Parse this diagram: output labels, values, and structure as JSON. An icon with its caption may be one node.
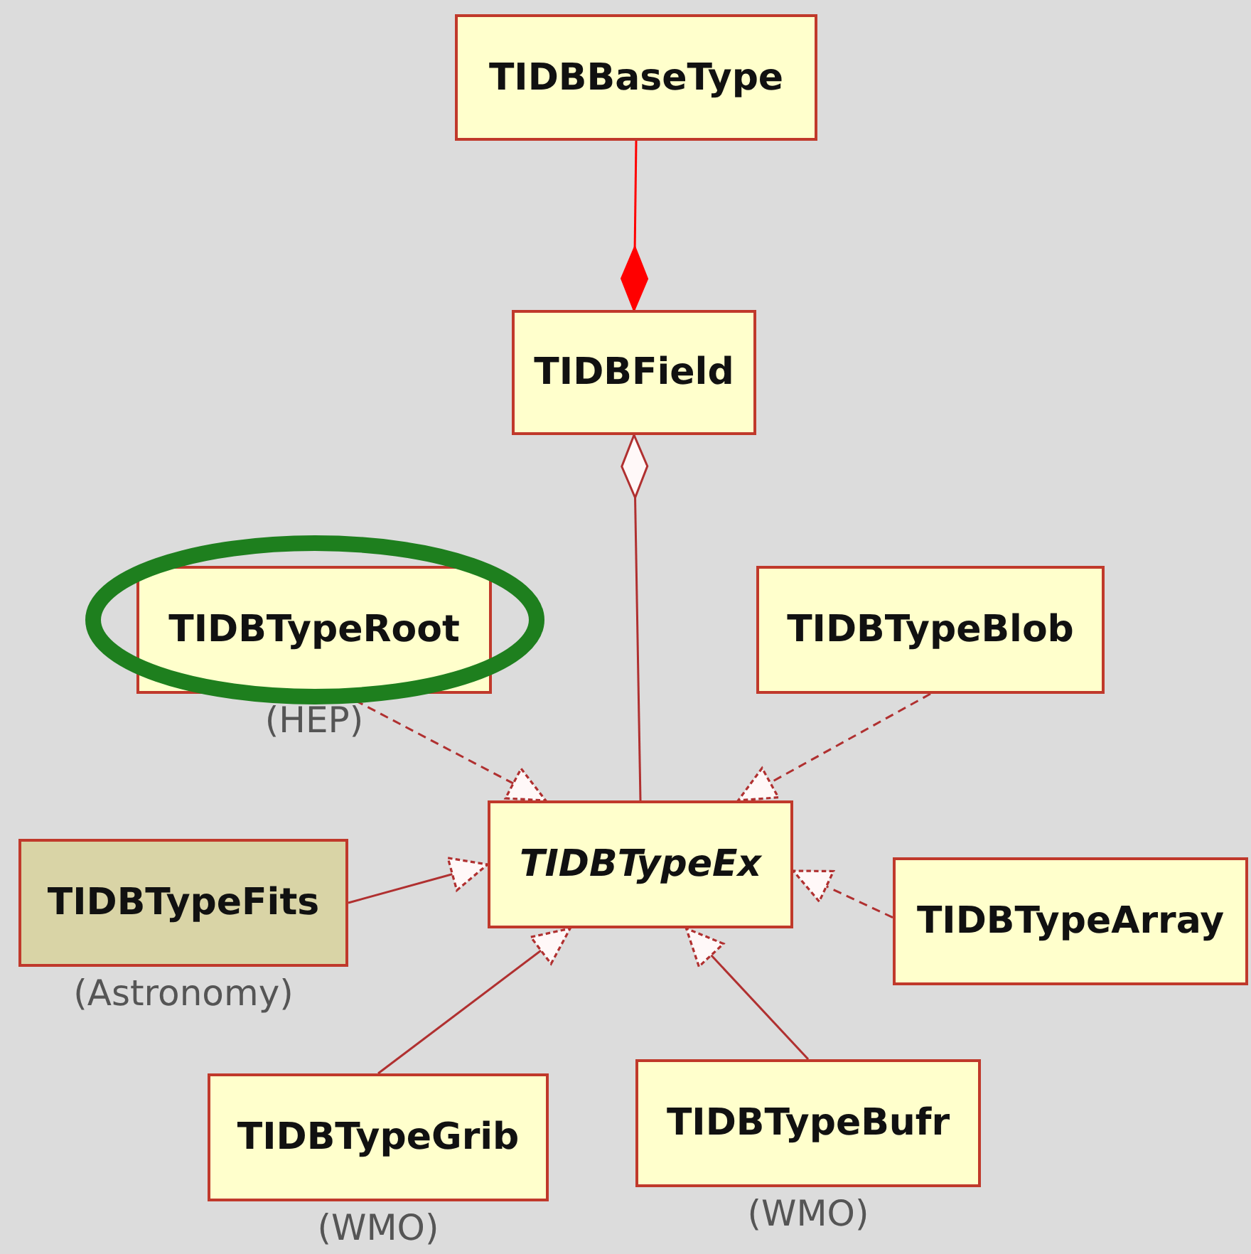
{
  "diagram": {
    "nodes": [
      {
        "text": [
          "TIDBBaseType"
        ]
      },
      {
        "text": [
          "TIDBField"
        ]
      },
      {
        "text": [
          "TIDBTypeRoot"
        ],
        "beside": [
          "(HEP)"
        ]
      },
      {
        "text": [
          "TIDBTypeBlob"
        ]
      },
      {
        "text": [
          "TIDBTypeEx"
        ]
      },
      {
        "text": [
          "TIDBTypeFits"
        ],
        "beside": [
          "(Astronomy)"
        ]
      },
      {
        "text": [
          "TIDBTypeArray"
        ]
      },
      {
        "text": [
          "TIDBTypeGrib"
        ],
        "beside": [
          "(WMO)"
        ]
      },
      {
        "text": [
          "TIDBTypeBufr"
        ],
        "beside": [
          "(WMO)"
        ]
      }
    ],
    "edges": [
      {
        "from": 0,
        "to": 1,
        "arrow": "other",
        "color": "#ff0000"
      },
      {
        "from": 4,
        "to": 1,
        "arrow": "other"
      },
      {
        "from": 2,
        "to": 4,
        "arrow": "to",
        "style": "dashed"
      },
      {
        "from": 3,
        "to": 4,
        "arrow": "to",
        "style": "dashed"
      },
      {
        "from": 5,
        "to": 4,
        "arrow": "to"
      },
      {
        "from": 6,
        "to": 4,
        "arrow": "to",
        "style": "dashed"
      },
      {
        "from": 7,
        "to": 4,
        "arrow": "to"
      },
      {
        "from": 8,
        "to": 4,
        "arrow": "to"
      }
    ]
  }
}
